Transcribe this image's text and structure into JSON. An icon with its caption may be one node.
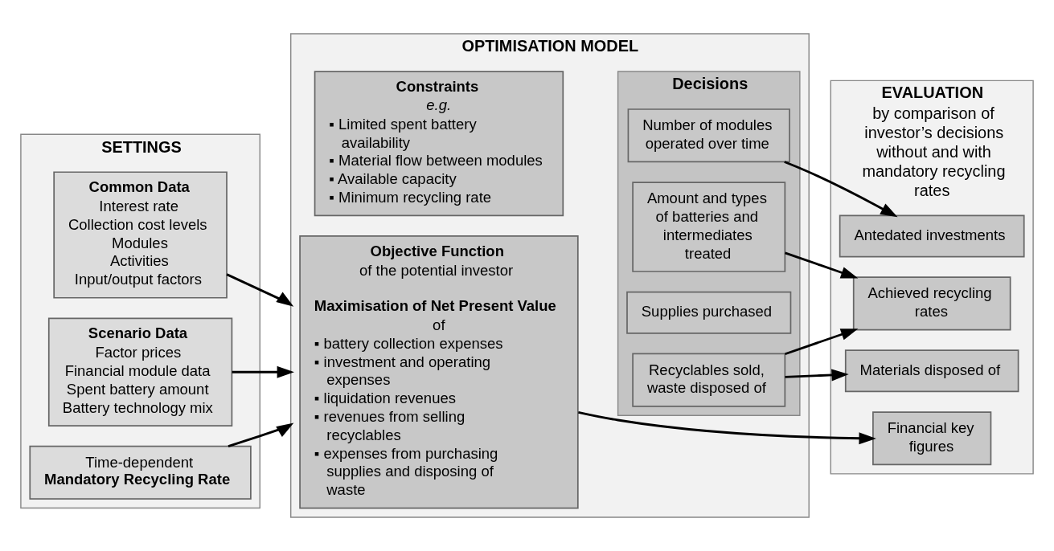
{
  "diagram": {
    "nodes": [
      {
        "text": [
          "SETTINGS"
        ]
      },
      {
        "text": [
          "Common Data",
          "Interest rate",
          "Collection cost levels",
          "Modules",
          "Activities",
          "Input/output factors"
        ],
        "in": 0
      },
      {
        "text": [
          "Scenario Data",
          "Factor prices",
          "Financial module data",
          "Spent battery amount",
          "Battery technology mix"
        ],
        "in": 0
      },
      {
        "text": [
          "Time-dependent",
          "Mandatory Recycling Rate"
        ],
        "in": 0
      },
      {
        "text": [
          "OPTIMISATION MODEL"
        ]
      },
      {
        "text": [
          "Objective Function",
          "of the potential investor",
          "Maximisation of Net Present Value",
          "of",
          "▪ battery collection expenses",
          "▪ investment and operating expenses",
          "▪ liquidation revenues",
          "▪ revenues from selling recyclables",
          "▪ expenses from purchasing supplies and disposing of waste"
        ],
        "in": 4
      },
      {
        "text": [
          "Constraints",
          "e.g.",
          "▪ Limited spent battery availability",
          "▪ Material flow between modules",
          "▪ Available capacity",
          "▪ Minimum recycling rate"
        ],
        "in": 4
      },
      {
        "text": [
          "Decisions"
        ],
        "in": 4
      },
      {
        "text": [
          "Number of modules operated over time"
        ],
        "in": 7
      },
      {
        "text": [
          "Amount and types of batteries and intermediates treated"
        ],
        "in": 7
      },
      {
        "text": [
          "Supplies purchased"
        ],
        "in": 7
      },
      {
        "text": [
          "Recyclables sold, waste disposed of"
        ],
        "in": 7
      },
      {
        "text": [
          "EVALUATION",
          "by comparison of investor’s decisions without and with mandatory recycling rates"
        ]
      },
      {
        "text": [
          "Financial key figures"
        ],
        "in": 12
      },
      {
        "text": [
          "Antedated investments"
        ],
        "in": 12
      },
      {
        "text": [
          "Achieved recycling rates"
        ],
        "in": 12
      },
      {
        "text": [
          "Materials disposed of"
        ],
        "in": 12
      }
    ],
    "edges": [
      {
        "from": 1,
        "to": 4,
        "arrow": "to"
      },
      {
        "from": 2,
        "to": 4,
        "arrow": "to"
      },
      {
        "from": 3,
        "to": 4,
        "arrow": "to"
      },
      {
        "from": 5,
        "to": 13,
        "arrow": "to"
      },
      {
        "from": 8,
        "to": 14,
        "arrow": "to"
      },
      {
        "from": 9,
        "to": 15,
        "arrow": "to"
      },
      {
        "from": 11,
        "to": 15,
        "arrow": "to"
      },
      {
        "from": 11,
        "to": 16,
        "arrow": "to"
      }
    ]
  }
}
